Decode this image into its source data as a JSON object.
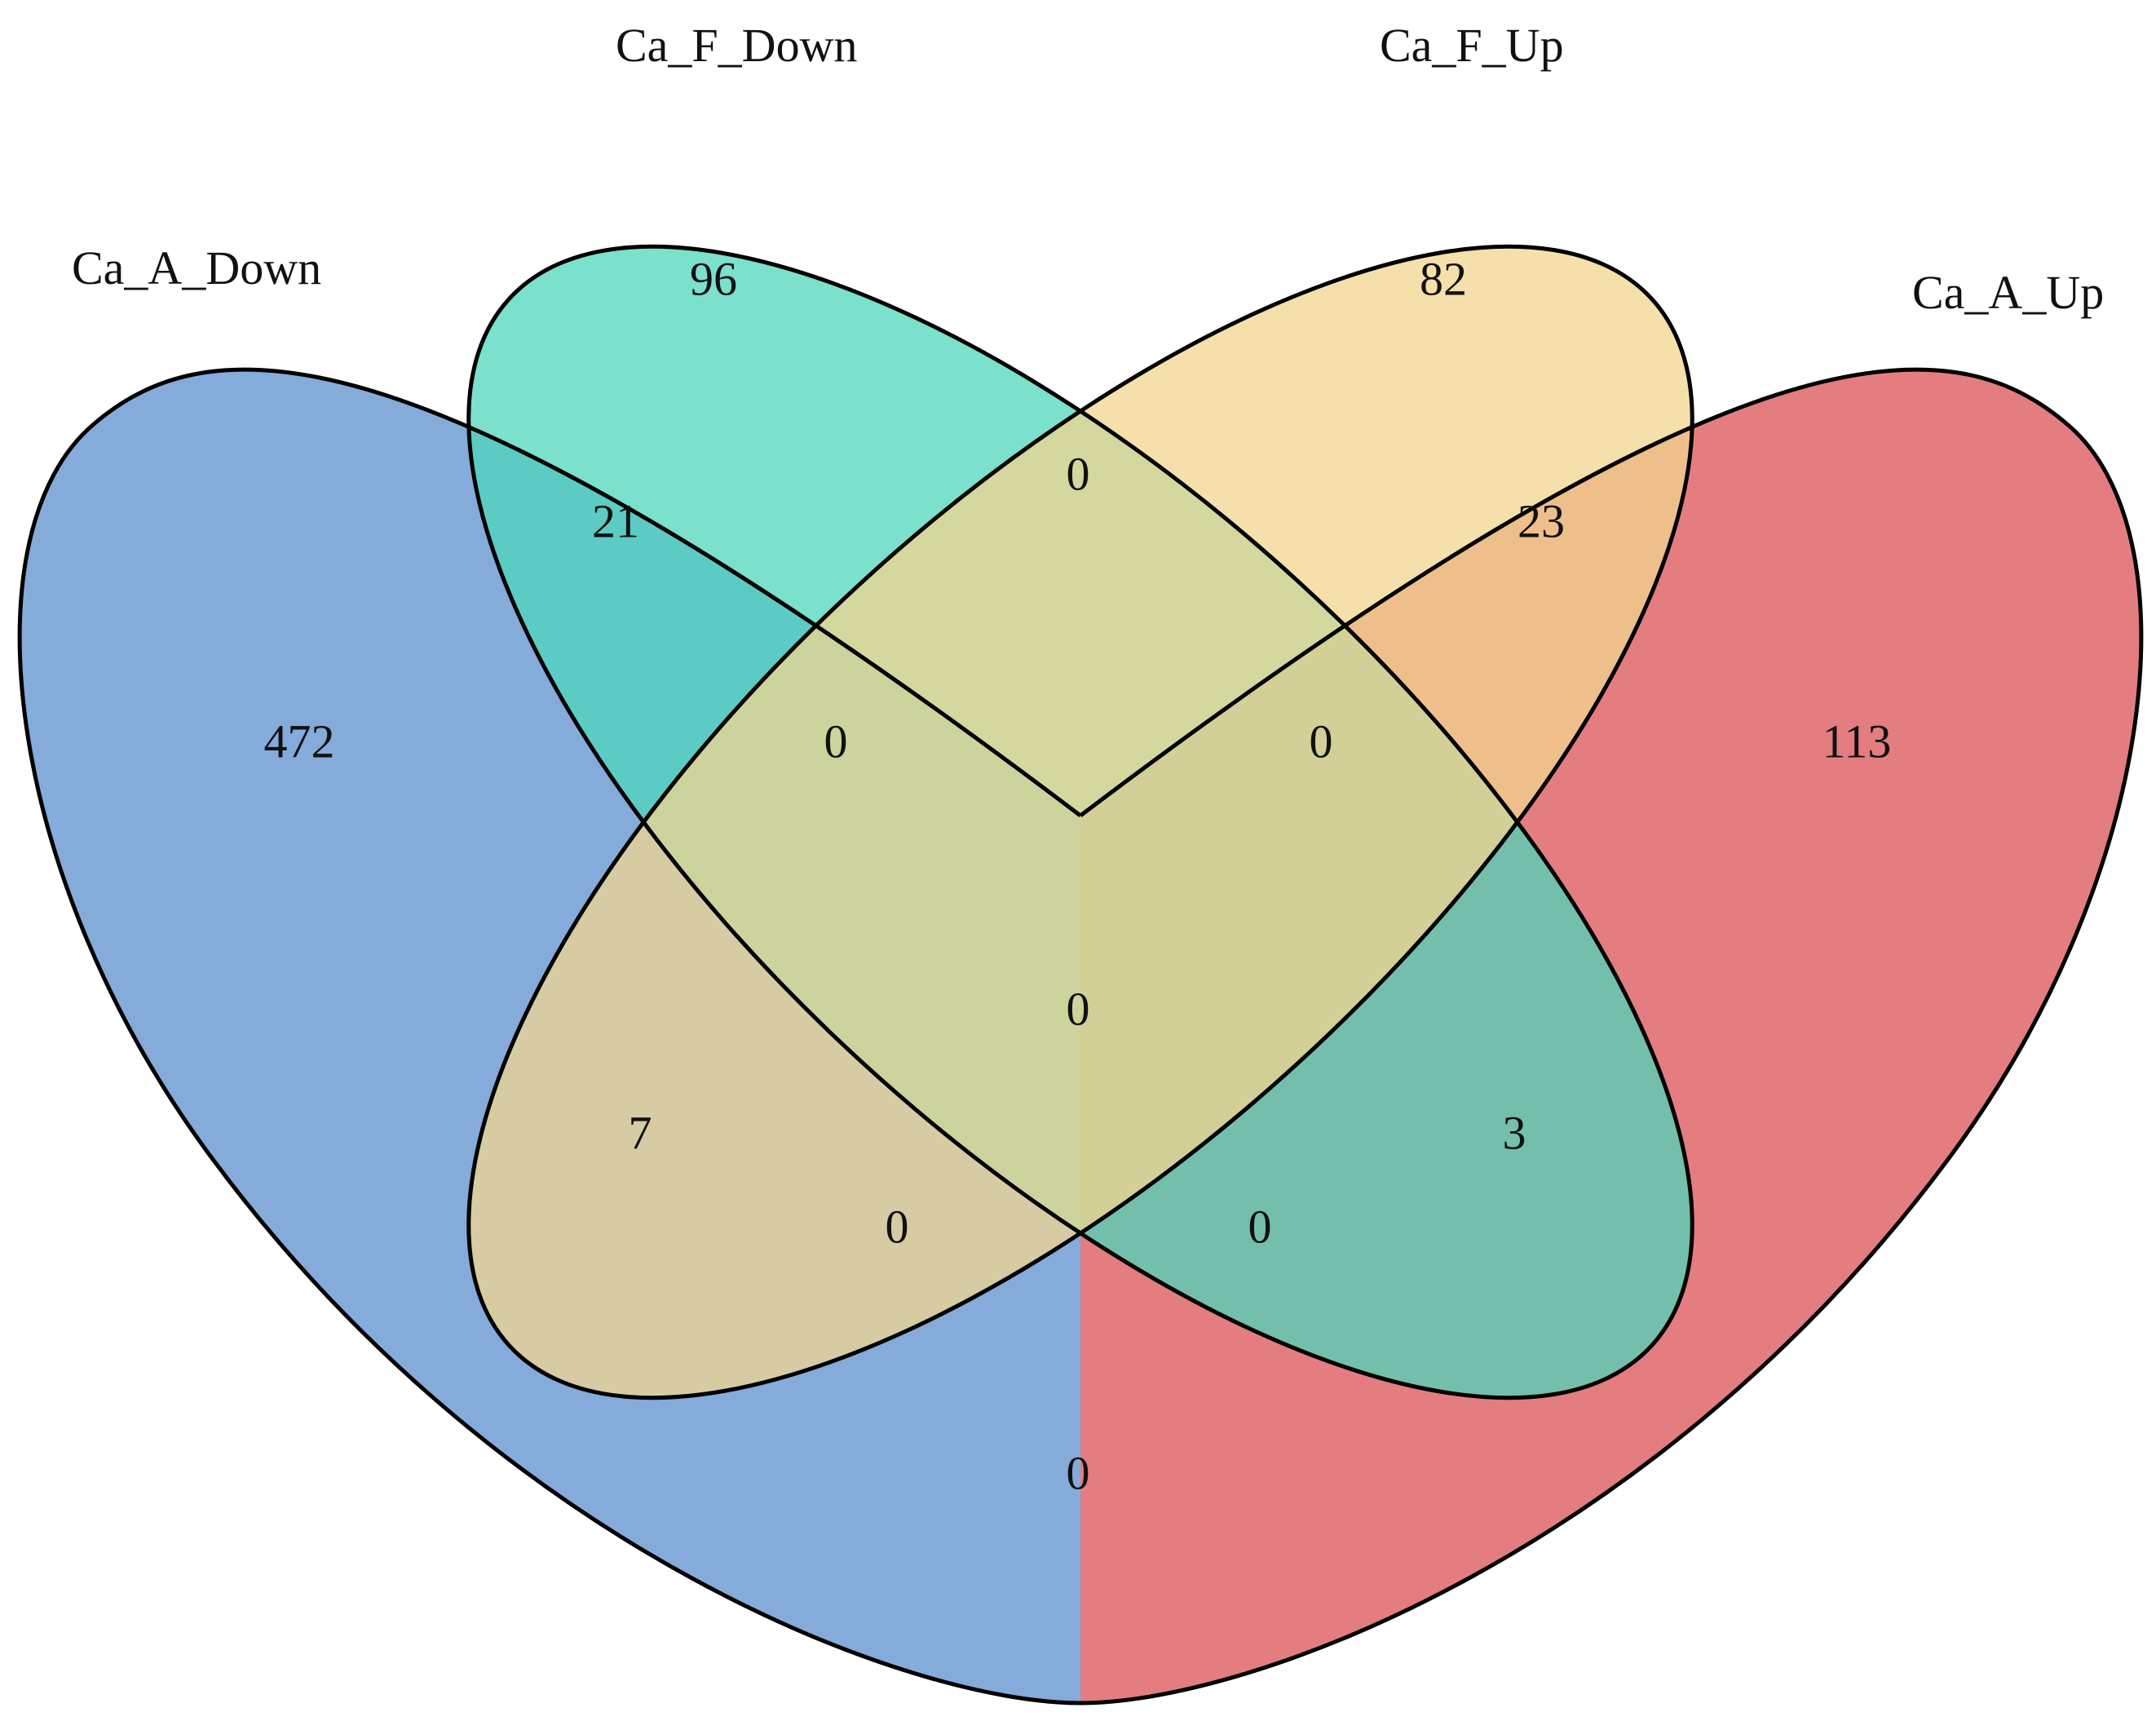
{
  "sets": [
    {
      "key": "a_down",
      "label": "Ca_A_Down",
      "color": "#5b8fcc"
    },
    {
      "key": "f_down",
      "label": "Ca_F_Down",
      "color": "#4fd6bb"
    },
    {
      "key": "f_up",
      "label": "Ca_F_Up",
      "color": "#f2d58f"
    },
    {
      "key": "a_up",
      "label": "Ca_A_Up",
      "color": "#d95255"
    }
  ],
  "regions": [
    {
      "sets": [
        "a_down"
      ],
      "value": "472"
    },
    {
      "sets": [
        "f_down"
      ],
      "value": "96"
    },
    {
      "sets": [
        "f_up"
      ],
      "value": "82"
    },
    {
      "sets": [
        "a_up"
      ],
      "value": "113"
    },
    {
      "sets": [
        "a_down",
        "f_down"
      ],
      "value": "21"
    },
    {
      "sets": [
        "f_down",
        "f_up"
      ],
      "value": "0"
    },
    {
      "sets": [
        "f_up",
        "a_up"
      ],
      "value": "23"
    },
    {
      "sets": [
        "a_down",
        "f_down",
        "f_up"
      ],
      "value": "0"
    },
    {
      "sets": [
        "f_down",
        "f_up",
        "a_up"
      ],
      "value": "0"
    },
    {
      "sets": [
        "a_down",
        "f_down",
        "f_up",
        "a_up"
      ],
      "value": "0"
    },
    {
      "sets": [
        "a_down",
        "f_up"
      ],
      "value": "7"
    },
    {
      "sets": [
        "f_down",
        "a_up"
      ],
      "value": "3"
    },
    {
      "sets": [
        "a_down",
        "f_up",
        "a_up"
      ],
      "value": "0"
    },
    {
      "sets": [
        "a_down",
        "f_down",
        "a_up"
      ],
      "value": "0"
    },
    {
      "sets": [
        "a_down",
        "a_up"
      ],
      "value": "0"
    }
  ]
}
